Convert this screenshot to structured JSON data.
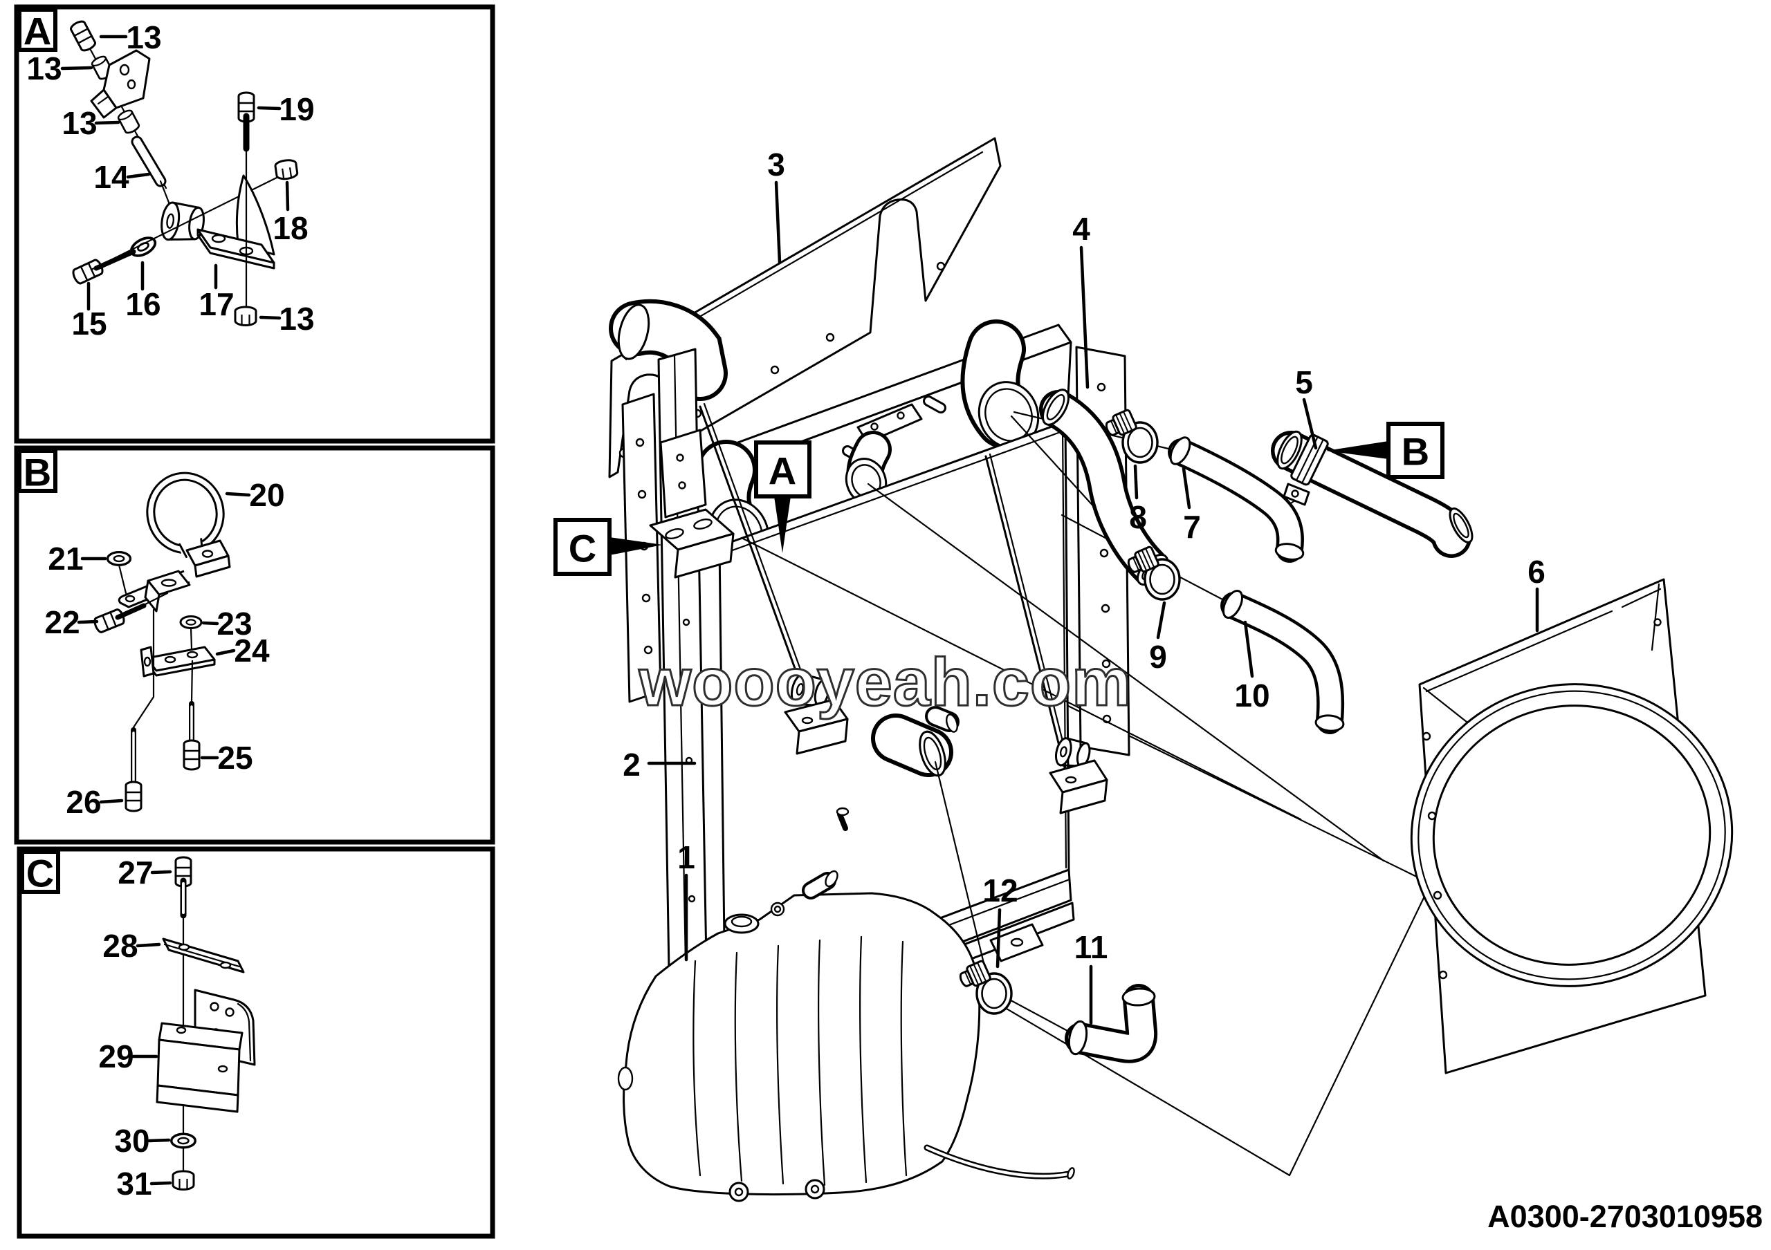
{
  "drawing": {
    "watermark": "woooyeah.com",
    "part_number": "A0300-2703010958",
    "colors": {
      "line": "#000000",
      "background": "#ffffff"
    }
  },
  "insets": {
    "a": {
      "letter": "A",
      "labels": [
        "13",
        "13",
        "13",
        "14",
        "15",
        "16",
        "17",
        "18",
        "19",
        "13"
      ]
    },
    "b": {
      "letter": "B",
      "labels": [
        "20",
        "21",
        "22",
        "23",
        "24",
        "25",
        "26"
      ]
    },
    "c": {
      "letter": "C",
      "labels": [
        "27",
        "28",
        "29",
        "30",
        "31"
      ]
    }
  },
  "main": {
    "labels": [
      "1",
      "2",
      "3",
      "4",
      "5",
      "6",
      "7",
      "8",
      "9",
      "10",
      "11",
      "12"
    ],
    "refs": {
      "a": "A",
      "b": "B",
      "c": "C"
    }
  }
}
